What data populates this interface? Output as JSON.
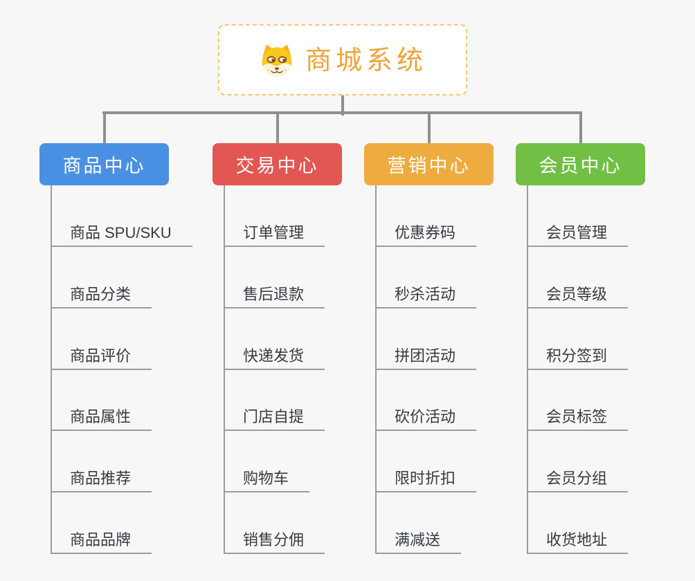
{
  "root": {
    "title": "商城系统",
    "icon": "dog-icon",
    "title_color": "#f0a33c",
    "border_color": "#f3c873"
  },
  "colors": {
    "background": "#f7f7f7",
    "connector": "#8f8f8f",
    "connector_thin": "#9b9b9b",
    "child_text": "#363b40"
  },
  "branches": [
    {
      "label": "商品中心",
      "color": "#4a90e2",
      "children": [
        "商品 SPU/SKU",
        "商品分类",
        "商品评价",
        "商品属性",
        "商品推荐",
        "商品品牌"
      ]
    },
    {
      "label": "交易中心",
      "color": "#e25653",
      "children": [
        "订单管理",
        "售后退款",
        "快递发货",
        "门店自提",
        "购物车",
        "销售分佣"
      ]
    },
    {
      "label": "营销中心",
      "color": "#eeac40",
      "children": [
        "优惠券码",
        "秒杀活动",
        "拼团活动",
        "砍价活动",
        "限时折扣",
        "满减送"
      ]
    },
    {
      "label": "会员中心",
      "color": "#71bf44",
      "children": [
        "会员管理",
        "会员等级",
        "积分签到",
        "会员标签",
        "会员分组",
        "收货地址"
      ]
    }
  ]
}
